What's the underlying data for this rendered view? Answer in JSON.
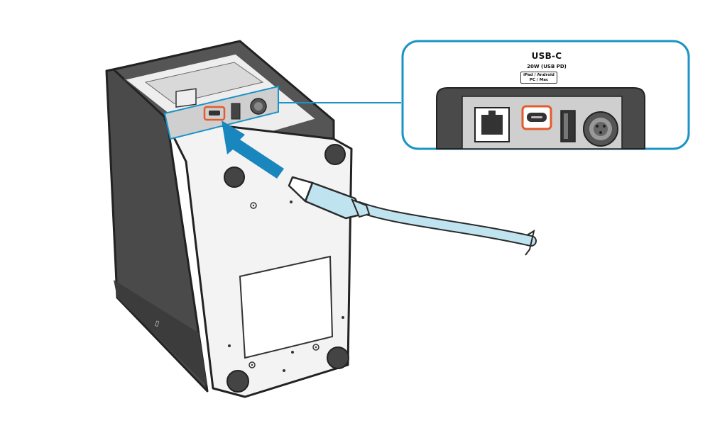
{
  "callout": {
    "title": "USB-C",
    "power": "20W (USB PD)",
    "devices_line1": "iPad / Android",
    "devices_line2": "PC / Mac"
  },
  "colors": {
    "callout_border": "#1a93c6",
    "port_highlight": "#e55a2b",
    "insert_arrow": "#1a86be",
    "cable_body": "#bfe3ef",
    "printer_side": "#4a4a4a",
    "printer_bottom": "#f3f3f3"
  },
  "icons": [
    "printer-illustration",
    "usb-c-cable-icon",
    "insert-arrow-icon",
    "lan-port-icon",
    "usb-a-port-icon",
    "power-port-icon"
  ]
}
